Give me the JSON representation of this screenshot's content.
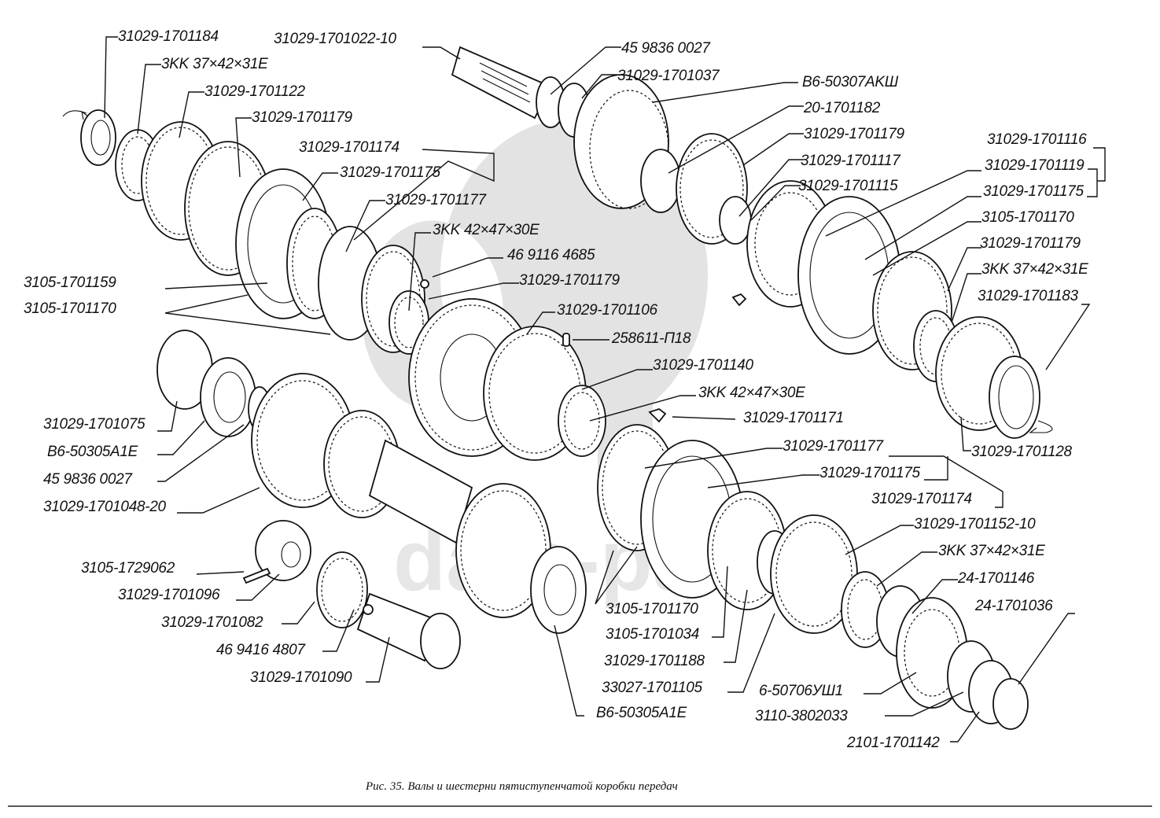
{
  "figure": {
    "caption": "Рис. 35. Валы и шестерни пятиступенчатой коробки передач",
    "watermark": "data-parts"
  },
  "labels": {
    "l01": "31029-1701184",
    "l02": "3KK 37×42×31E",
    "l03": "31029-1701122",
    "l04": "31029-1701179",
    "l05": "31029-1701174",
    "l06": "31029-1701175",
    "l07": "31029-1701177",
    "l08": "31029-1701022-10",
    "l09": "45 9836 0027",
    "l10": "31029-1701037",
    "l11": "B6-50307AKШ",
    "l12": "20-1701182",
    "l13": "31029-1701179",
    "l14": "31029-1701117",
    "l15": "31029-1701115",
    "l16": "31029-1701116",
    "l17": "31029-1701119",
    "l18": "31029-1701175",
    "l19": "3105-1701170",
    "l20": "31029-1701179",
    "l21": "3KK 37×42×31E",
    "l22": "31029-1701183",
    "l23": "31029-1701128",
    "l24": "3KK 42×47×30E",
    "l25": "46 9116 4685",
    "l26": "3105-1701159",
    "l27": "31029-1701179",
    "l28": "3105-1701170",
    "l29": "31029-1701106",
    "l30": "258611-П18",
    "l31": "31029-1701140",
    "l32": "3KK 42×47×30E",
    "l33": "31029-1701171",
    "l34": "31029-1701177",
    "l35": "31029-1701175",
    "l36": "31029-1701174",
    "l37": "31029-1701075",
    "l38": "B6-50305A1E",
    "l39": "45 9836 0027",
    "l40": "31029-1701048-20",
    "l41": "3105-1729062",
    "l42": "31029-1701096",
    "l43": "31029-1701082",
    "l44": "46 9416 4807",
    "l45": "31029-1701090",
    "l46": "B6-50305A1E",
    "l47": "3105-1701170",
    "l48": "3105-1701034",
    "l49": "31029-1701188",
    "l50": "33027-1701105",
    "l51": "31029-1701152-10",
    "l52": "3KK 37×42×31E",
    "l53": "24-1701146",
    "l54": "24-1701036",
    "l55": "6-50706УШ1",
    "l56": "3110-3802033",
    "l57": "2101-1701142"
  }
}
